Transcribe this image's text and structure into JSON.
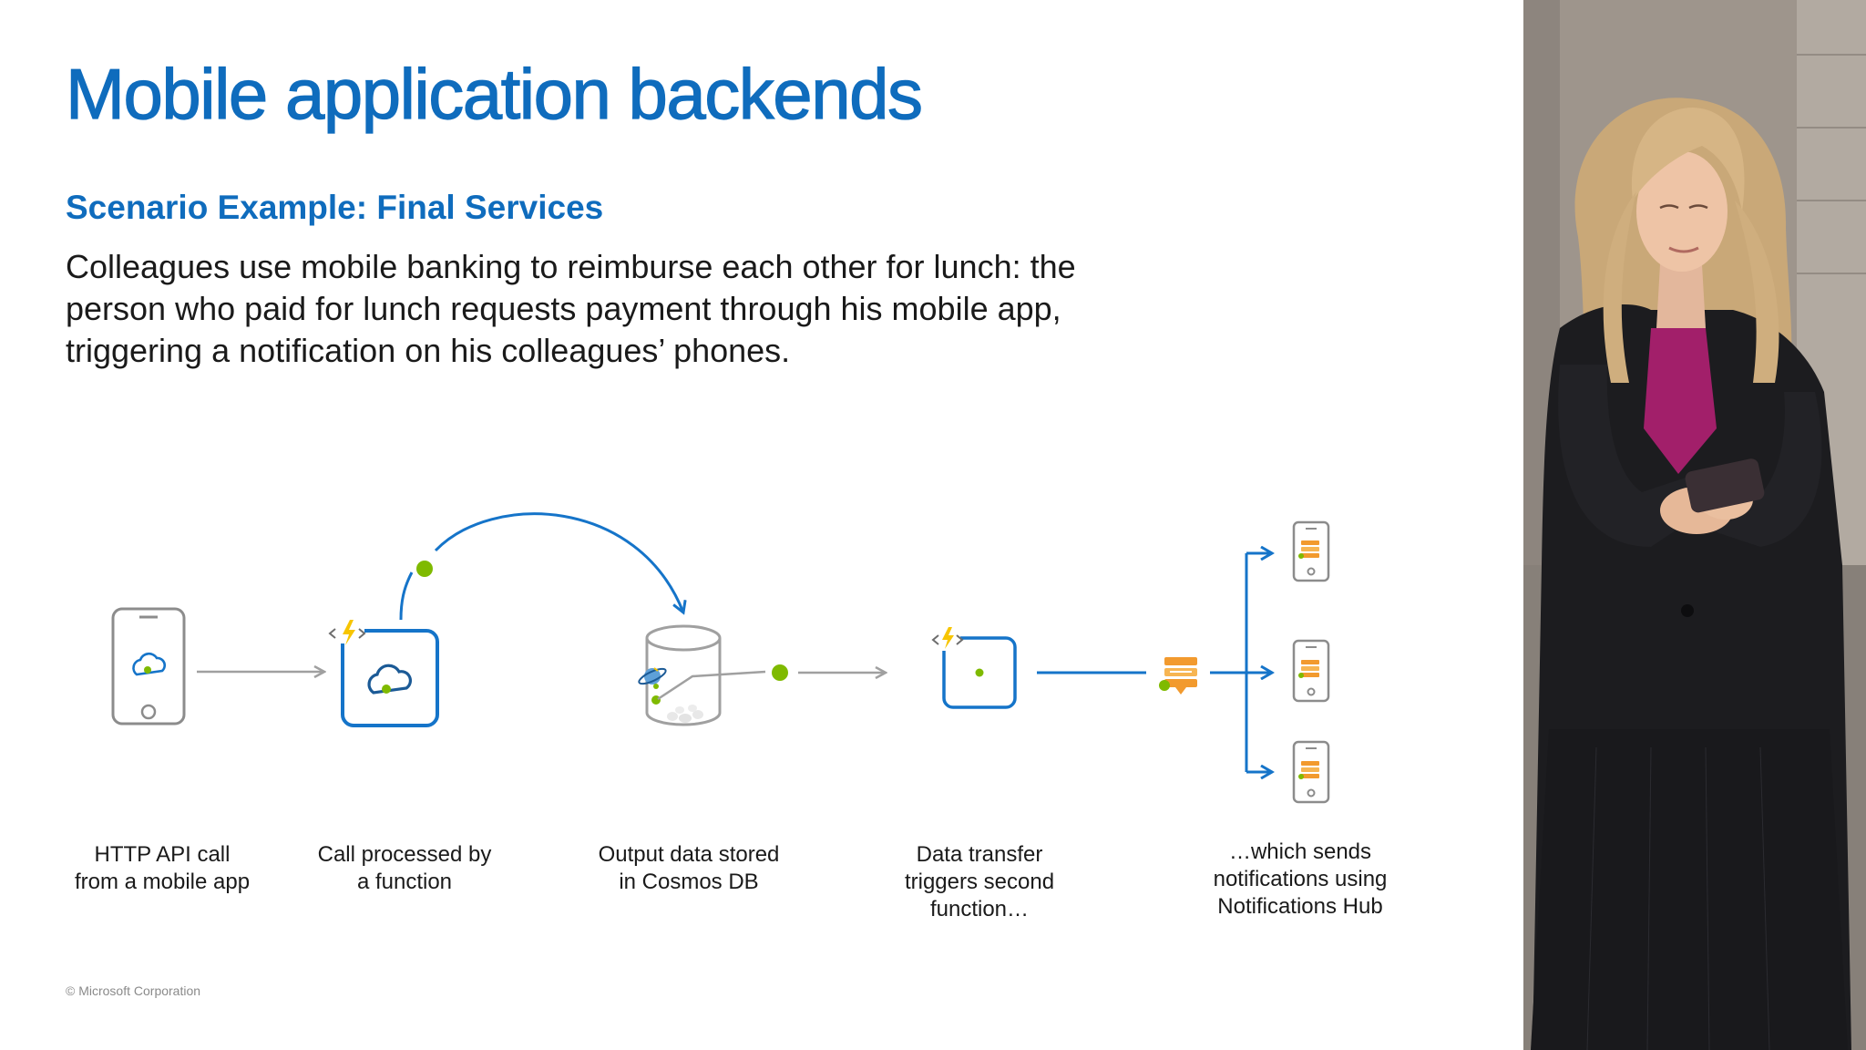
{
  "slide": {
    "title": "Mobile application backends",
    "subtitle": "Scenario Example: Final Services",
    "body_lines": [
      "Colleagues use mobile banking to reimburse each other for lunch: the",
      "person who paid for lunch requests payment through his mobile app,",
      "triggering a notification on his colleagues’ phones."
    ],
    "copyright": "© Microsoft Corporation"
  },
  "diagram": {
    "steps": [
      {
        "icon": "mobile-app-cloud-icon",
        "lines": [
          "HTTP API call",
          "from a mobile app"
        ]
      },
      {
        "icon": "azure-function-icon",
        "lines": [
          "Call processed by",
          "a function"
        ]
      },
      {
        "icon": "cosmos-db-icon",
        "lines": [
          "Output data stored",
          "in Cosmos DB"
        ]
      },
      {
        "icon": "azure-function-icon",
        "lines": [
          "Data transfer",
          "triggers second",
          "function…"
        ]
      },
      {
        "icon": "notification-hub-icon",
        "lines": [
          "…which sends",
          "notifications using",
          "Notifications Hub"
        ]
      }
    ]
  },
  "colors": {
    "title_blue": "#0f6cbd",
    "arrow_gray": "#a0a0a0",
    "arrow_blue": "#1574c9",
    "dot_green": "#7fba00",
    "lightning_yellow": "#f7c500",
    "hub_orange": "#f29a2e"
  }
}
